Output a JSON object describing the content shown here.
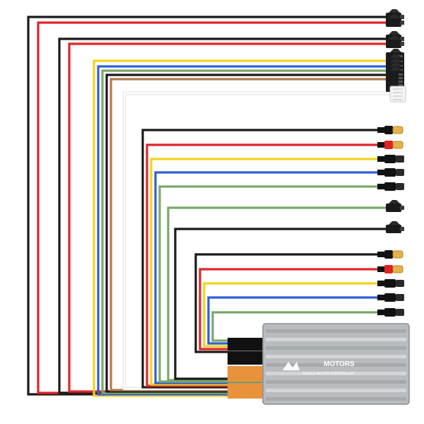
{
  "product": {
    "brand_text": "MOTORS",
    "model_text": "SINGLE MOTOR CONTROLLER"
  },
  "colors": {
    "black": "#1a1a1a",
    "red": "#e0242a",
    "yellow": "#f2d31f",
    "blue": "#2f5fd6",
    "green": "#79a86b",
    "brown": "#b07a4a",
    "white": "#ffffff",
    "sleeve_black": "#111111",
    "sleeve_orange": "#e8923a",
    "housing": "#b9bcbf"
  },
  "wires": [
    {
      "id": "w1",
      "color": "black",
      "connector": "jst-3pin"
    },
    {
      "id": "w2",
      "color": "red",
      "connector": "jst-3pin"
    },
    {
      "id": "w3",
      "color": "black",
      "connector": "jst-3pin"
    },
    {
      "id": "w4",
      "color": "red",
      "connector": "jst-3pin"
    },
    {
      "id": "w5",
      "color": "yellow",
      "connector": "multi-pin"
    },
    {
      "id": "w6",
      "color": "blue",
      "connector": "multi-pin"
    },
    {
      "id": "w7",
      "color": "green",
      "connector": "multi-pin"
    },
    {
      "id": "w8",
      "color": "black",
      "connector": "multi-pin"
    },
    {
      "id": "w9",
      "color": "brown",
      "connector": "multi-pin"
    },
    {
      "id": "w10",
      "color": "white",
      "connector": "white-plug"
    },
    {
      "id": "w11",
      "color": "black",
      "connector": "bullet-gold"
    },
    {
      "id": "w12",
      "color": "red",
      "connector": "bullet-gold"
    },
    {
      "id": "w13",
      "color": "yellow",
      "connector": "bullet-plug"
    },
    {
      "id": "w14",
      "color": "blue",
      "connector": "bullet-plug"
    },
    {
      "id": "w15",
      "color": "green",
      "connector": "bullet-plug"
    },
    {
      "id": "w16",
      "color": "green",
      "connector": "jst-3pin"
    },
    {
      "id": "w17",
      "color": "black",
      "connector": "jst-3pin"
    },
    {
      "id": "w18",
      "color": "black",
      "connector": "bullet-gold"
    },
    {
      "id": "w19",
      "color": "red",
      "connector": "bullet-gold"
    },
    {
      "id": "w20",
      "color": "yellow",
      "connector": "bullet-plug"
    },
    {
      "id": "w21",
      "color": "blue",
      "connector": "bullet-plug"
    },
    {
      "id": "w22",
      "color": "green",
      "connector": "bullet-plug"
    }
  ]
}
